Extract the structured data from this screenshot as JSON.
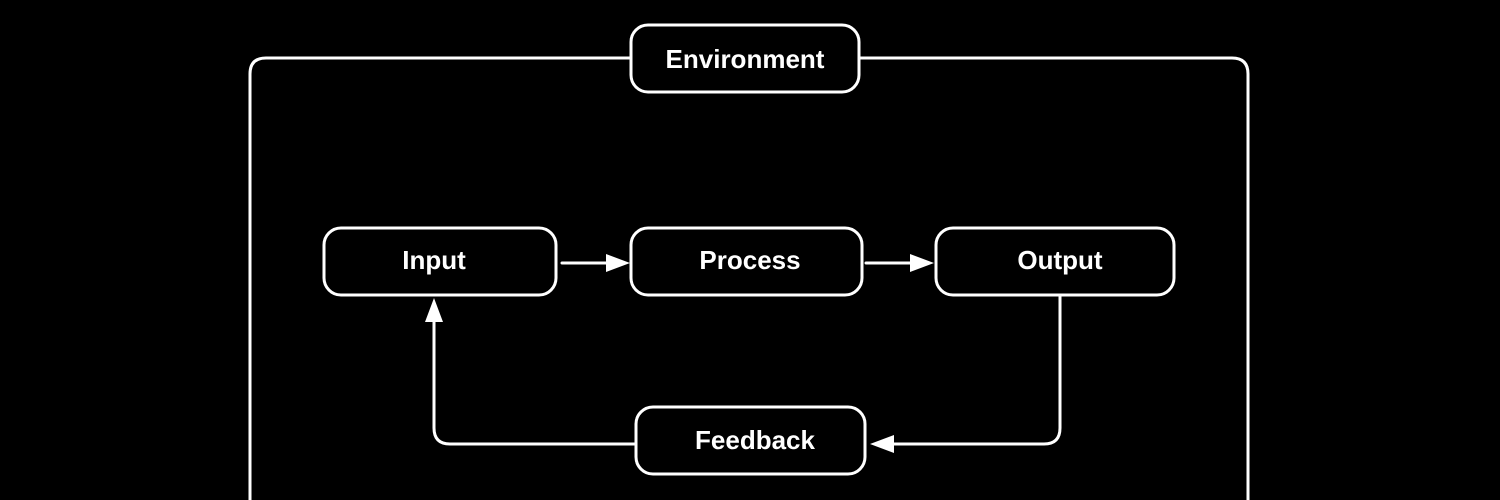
{
  "diagram": {
    "type": "flowchart",
    "container": {
      "label": "Environment"
    },
    "nodes": {
      "input": {
        "label": "Input"
      },
      "process": {
        "label": "Process"
      },
      "output": {
        "label": "Output"
      },
      "feedback": {
        "label": "Feedback"
      }
    },
    "edges": [
      {
        "from": "Input",
        "to": "Process"
      },
      {
        "from": "Process",
        "to": "Output"
      },
      {
        "from": "Output",
        "to": "Feedback"
      },
      {
        "from": "Feedback",
        "to": "Input"
      }
    ],
    "colors": {
      "background": "#000000",
      "stroke": "#ffffff",
      "text": "#ffffff"
    }
  }
}
